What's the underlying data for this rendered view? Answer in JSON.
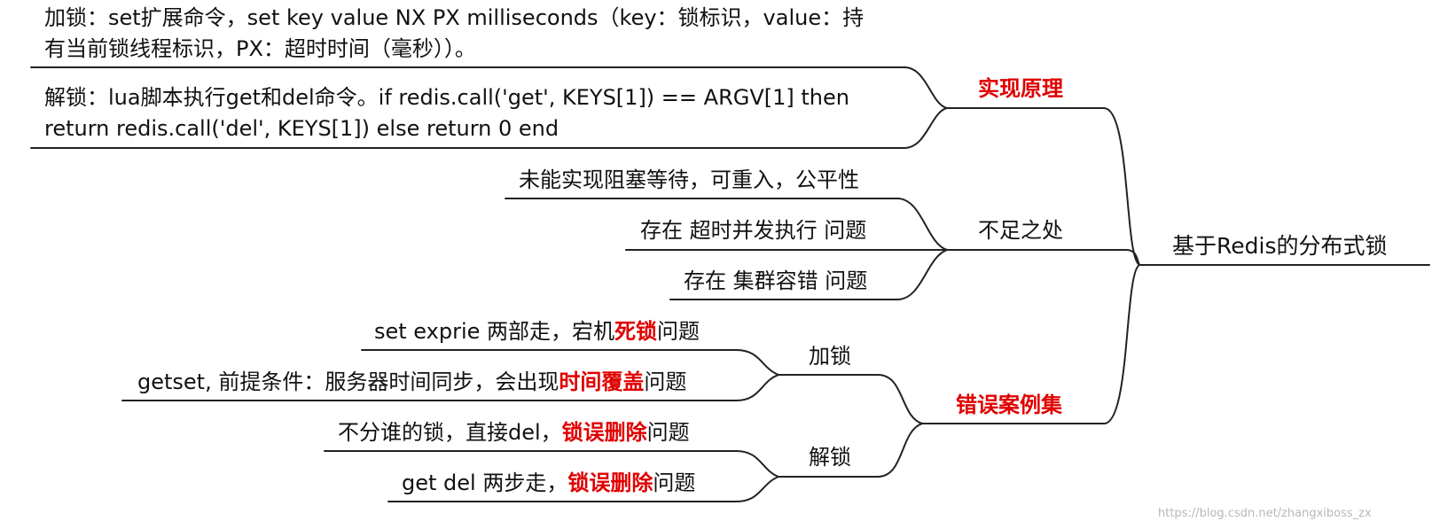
{
  "root": "基于Redis的分布式锁",
  "branches": {
    "principle": {
      "label": "实现原理",
      "lock": {
        "line1": "加锁：set扩展命令，set key value NX PX milliseconds（key：锁标识，value：持",
        "line2": "有当前锁线程标识，PX：超时时间（毫秒））。"
      },
      "unlock": {
        "line1": "解锁：lua脚本执行get和del命令。if redis.call('get', KEYS[1]) == ARGV[1] then",
        "line2": "return redis.call('del', KEYS[1]) else return 0 end"
      }
    },
    "shortcomings": {
      "label": "不足之处",
      "items": [
        "未能实现阻塞等待，可重入，公平性",
        "存在 超时并发执行 问题",
        "存在 集群容错 问题"
      ]
    },
    "mistakes": {
      "label": "错误案例集",
      "lock_group": {
        "label": "加锁",
        "item1": {
          "pre": "set exprie 两部走，宕机",
          "hl": "死锁",
          "post": "问题"
        },
        "item2": {
          "pre": "getset, 前提条件：服务器时间同步，会出现",
          "hl": "时间覆盖",
          "post": "问题"
        }
      },
      "unlock_group": {
        "label": "解锁",
        "item1": {
          "pre": "不分谁的锁，直接del，",
          "hl": "锁误删除",
          "post": "问题"
        },
        "item2": {
          "pre": "get del 两步走，",
          "hl": "锁误删除",
          "post": "问题"
        }
      }
    }
  },
  "watermark": "https://blog.csdn.net/zhangxiboss_zx",
  "colors": {
    "highlight": "#e00000",
    "line": "#222222",
    "text": "#111111"
  }
}
